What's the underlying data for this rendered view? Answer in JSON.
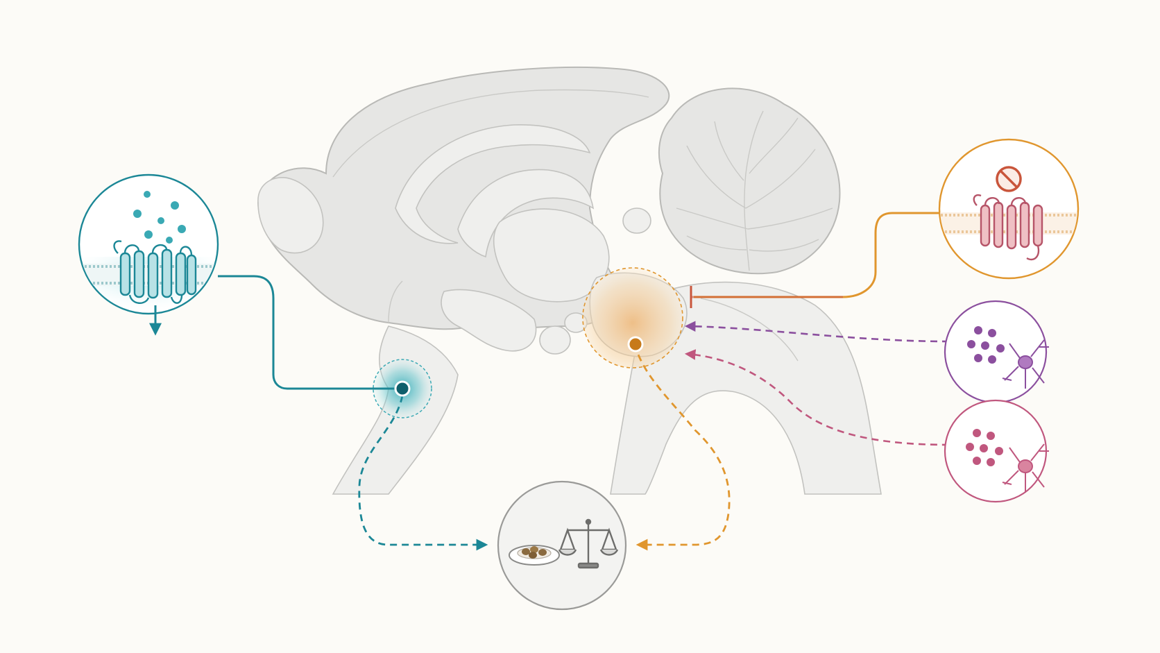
{
  "colors": {
    "background": "#fcfbf7",
    "brain_fill": "#e6e6e4",
    "teal_pathway": "#1b8796",
    "orange_pathway": "#e0962e",
    "inhibition": "#c9553b",
    "purple_input": "#8b4f9e",
    "pink_input": "#c0577e",
    "receptor_teal": "#2a9aa6",
    "receptor_pink": "#c76b7c"
  },
  "diagram": {
    "brain": {
      "view": "sagittal-section"
    },
    "regions": [
      {
        "id": "teal-region",
        "color": "teal",
        "marker": "filled-dot"
      },
      {
        "id": "orange-region",
        "color": "orange",
        "marker": "filled-dot"
      }
    ],
    "insets": [
      {
        "id": "receptor-activation",
        "icon": "gpcr-membrane-icon",
        "color": "teal",
        "signal": "down-arrow"
      },
      {
        "id": "receptor-blocked",
        "icon": "blocked-receptor-icon",
        "color": "orange",
        "badge": "prohibition-icon"
      },
      {
        "id": "purple-cell-input",
        "icon": "purple-cell-icon",
        "color": "purple"
      },
      {
        "id": "pink-cell-input",
        "icon": "pink-cell-icon",
        "color": "pink"
      },
      {
        "id": "behavior-outcome",
        "icons": [
          "food-plate-icon",
          "balance-scale-icon"
        ],
        "color": "grey"
      }
    ],
    "connections": [
      {
        "from": "receptor-activation",
        "to": "teal-region",
        "style": "solid"
      },
      {
        "from": "receptor-blocked",
        "to": "orange-region",
        "style": "solid-inhibitory"
      },
      {
        "from": "purple-cell-input",
        "to": "orange-region",
        "style": "dashed-arrow"
      },
      {
        "from": "pink-cell-input",
        "to": "orange-region",
        "style": "dashed-arrow"
      },
      {
        "from": "teal-region",
        "to": "behavior-outcome",
        "style": "dashed-arrow"
      },
      {
        "from": "orange-region",
        "to": "behavior-outcome",
        "style": "dashed-arrow"
      }
    ]
  }
}
